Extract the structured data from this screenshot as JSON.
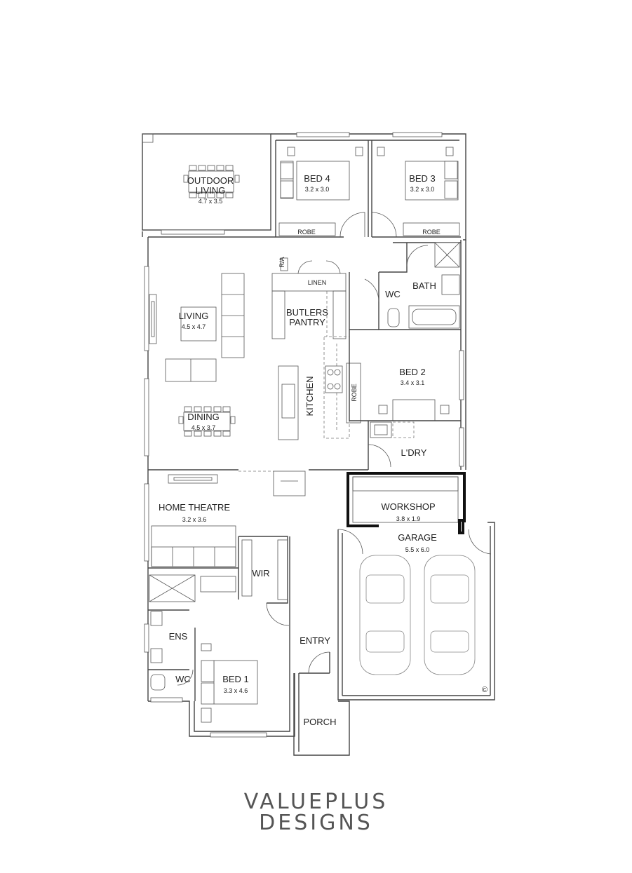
{
  "rooms": {
    "outdoor_living": {
      "name_line1": "OUTDOOR",
      "name_line2": "LIVING",
      "dim": "4.7 x 3.5"
    },
    "bed4": {
      "name": "BED 4",
      "dim": "3.2 x 3.0"
    },
    "bed3": {
      "name": "BED 3",
      "dim": "3.2 x 3.0"
    },
    "robe_bed4": "ROBE",
    "robe_bed3": "ROBE",
    "linen": "LINEN",
    "ra": "R/A",
    "wc_upper": "WC",
    "bath": "BATH",
    "living": {
      "name": "LIVING",
      "dim": "4.5 x 4.7"
    },
    "butlers_pantry": {
      "line1": "BUTLERS",
      "line2": "PANTRY"
    },
    "bed2": {
      "name": "BED 2",
      "dim": "3.4 x 3.1"
    },
    "robe_bed2": "ROBE",
    "kitchen": "KITCHEN",
    "dining": {
      "name": "DINING",
      "dim": "4.5 x 3.7"
    },
    "laundry": "L'DRY",
    "home_theatre": {
      "name": "HOME THEATRE",
      "dim": "3.2 x 3.6"
    },
    "workshop": {
      "name": "WORKSHOP",
      "dim": "3.8 x 1.9"
    },
    "garage": {
      "name": "GARAGE",
      "dim": "5.5 x 6.0"
    },
    "wir": "WIR",
    "ens": "ENS",
    "entry": "ENTRY",
    "wc_lower": "WC",
    "bed1": {
      "name": "BED 1",
      "dim": "3.3 x 4.6"
    },
    "porch": "PORCH"
  },
  "copyright": "©",
  "brand": {
    "line1_a": "VALUE",
    "line1_b": "PLUS",
    "line2": "DESIGNS"
  }
}
